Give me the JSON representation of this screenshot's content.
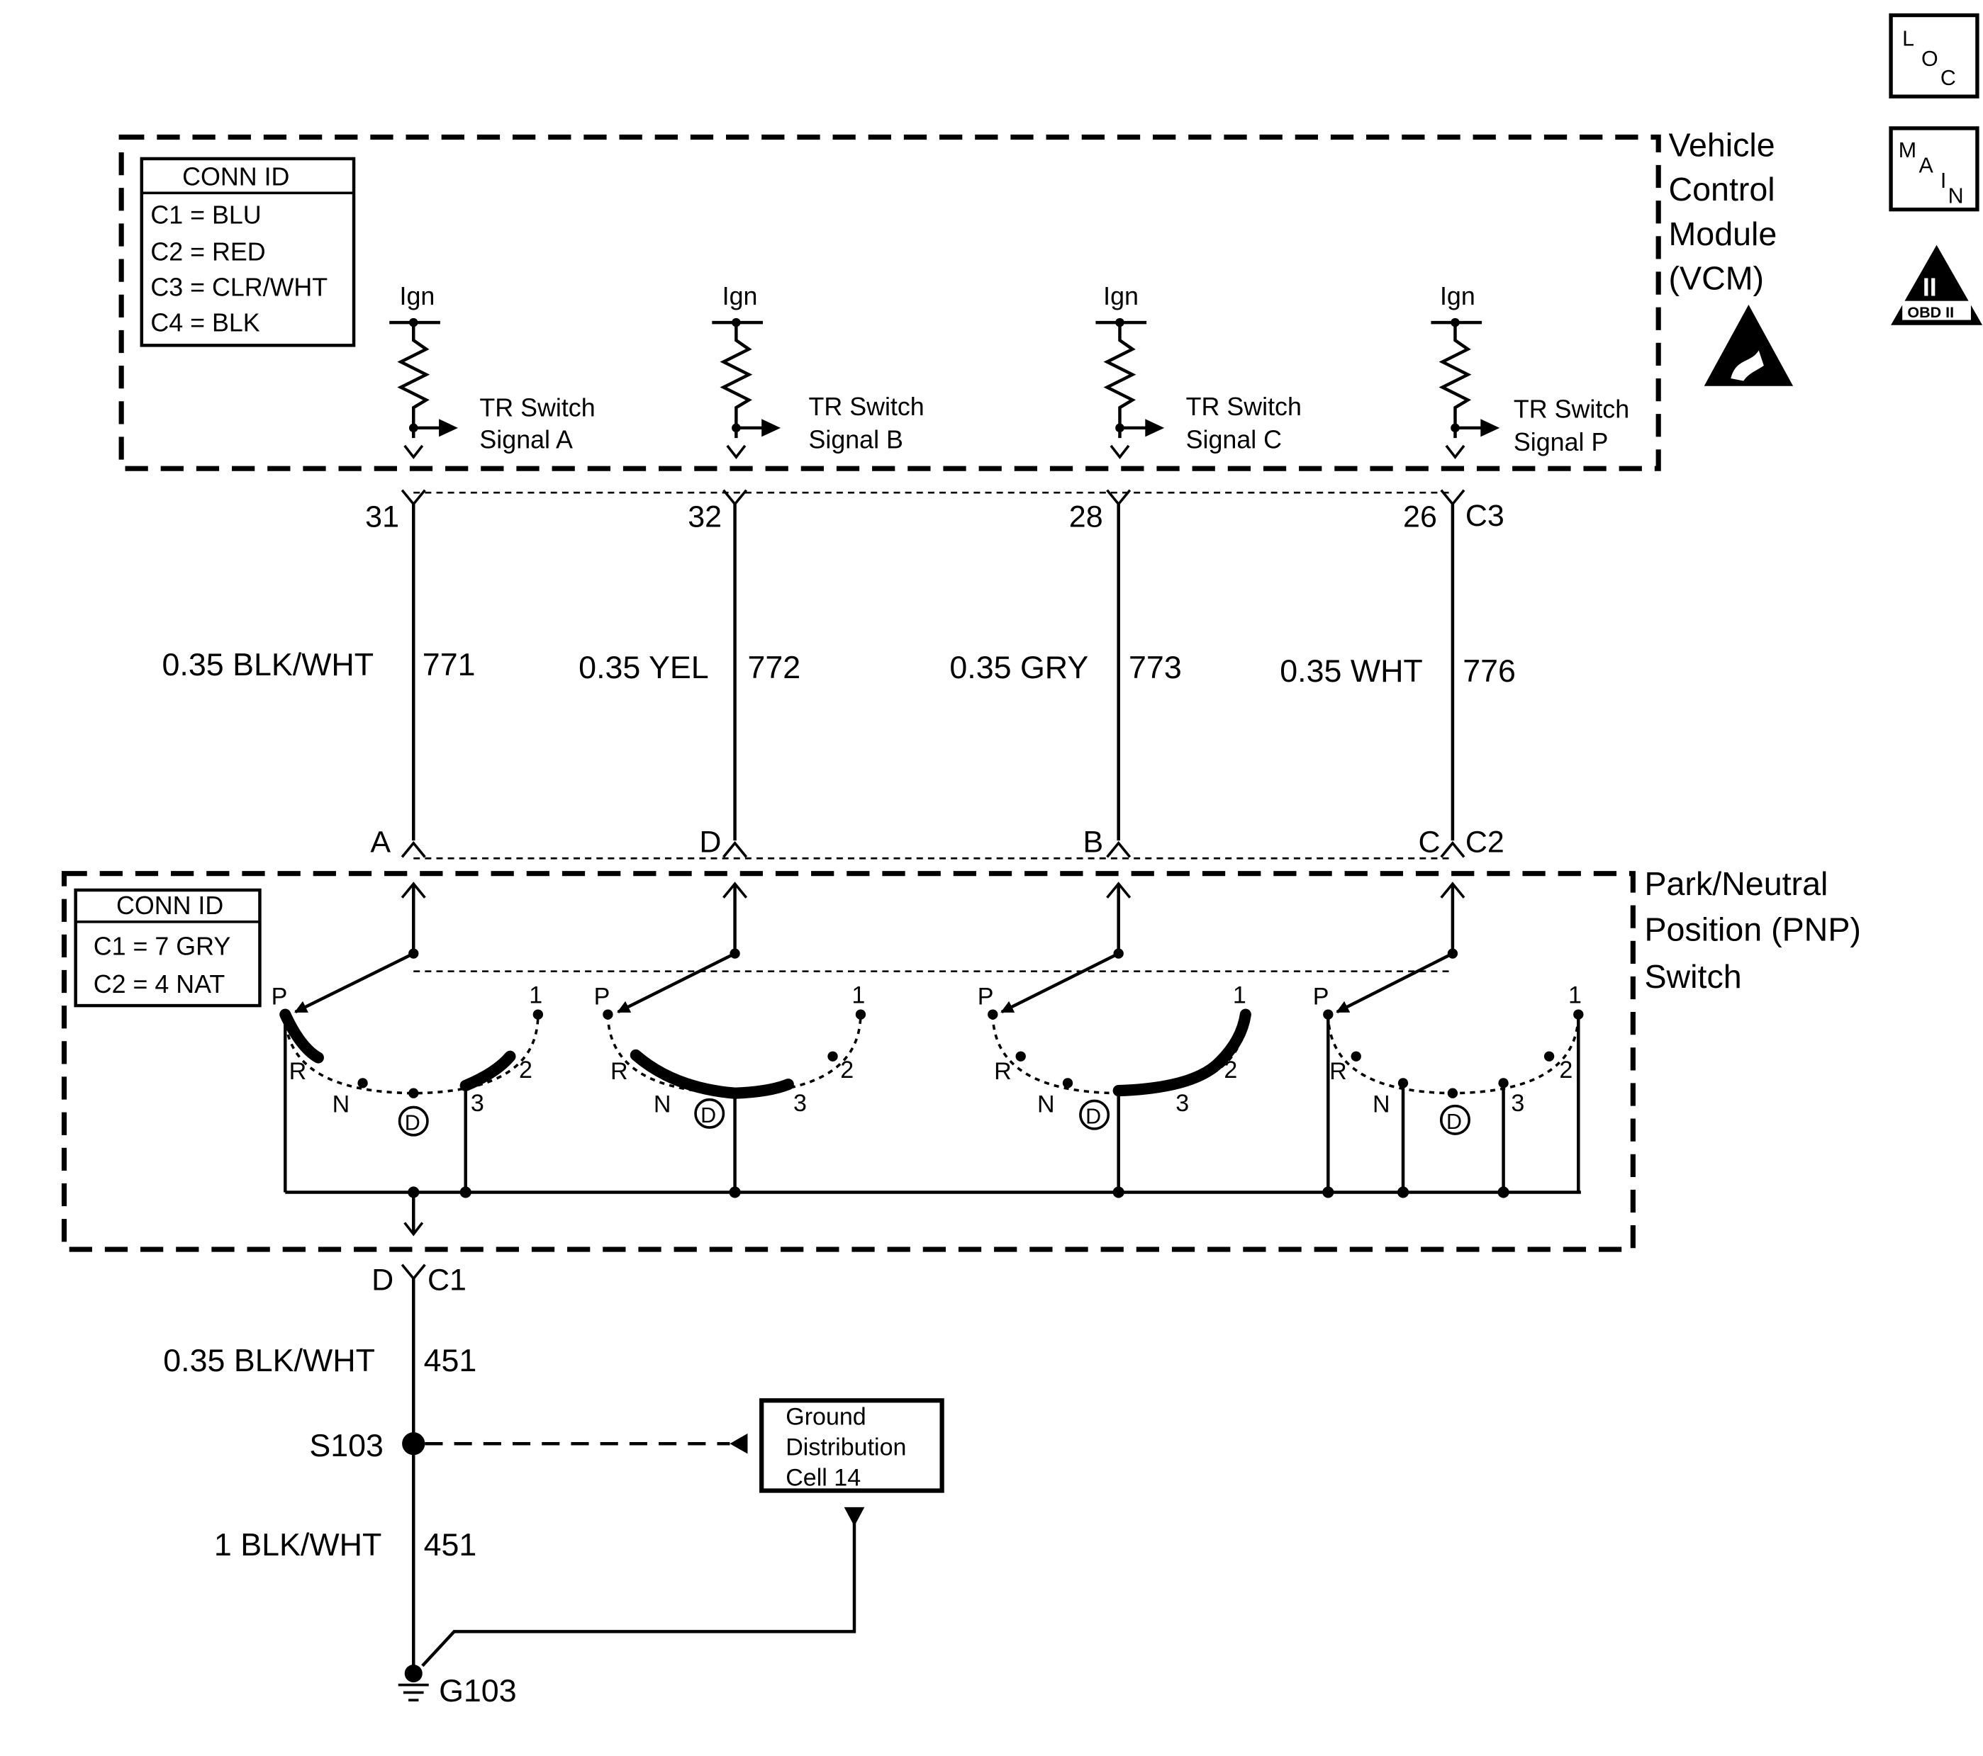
{
  "icons": {
    "loc": {
      "top": "L",
      "mid": "O",
      "bot": "C"
    },
    "main": {
      "l1": "M",
      "l2": "A",
      "l3": "I",
      "l4": "N"
    },
    "obd": {
      "numeral": "II",
      "label": "OBD II"
    }
  },
  "vcm": {
    "title_lines": [
      "Vehicle",
      "Control",
      "Module",
      "(VCM)"
    ],
    "conn_id": {
      "header": "CONN ID",
      "rows": [
        "C1 = BLU",
        "C2 = RED",
        "C3 = CLR/WHT",
        "C4 = BLK"
      ]
    },
    "ign_label": "Ign",
    "signals": [
      {
        "line1": "TR Switch",
        "line2": "Signal A"
      },
      {
        "line1": "TR Switch",
        "line2": "Signal B"
      },
      {
        "line1": "TR Switch",
        "line2": "Signal C"
      },
      {
        "line1": "TR Switch",
        "line2": "Signal P"
      }
    ],
    "connector": "C3"
  },
  "wires": [
    {
      "pin_top": "31",
      "gauge_color": "0.35 BLK/WHT",
      "circuit": "771",
      "pin_bottom": "A"
    },
    {
      "pin_top": "32",
      "gauge_color": "0.35 YEL",
      "circuit": "772",
      "pin_bottom": "D"
    },
    {
      "pin_top": "28",
      "gauge_color": "0.35 GRY",
      "circuit": "773",
      "pin_bottom": "B"
    },
    {
      "pin_top": "26",
      "gauge_color": "0.35 WHT",
      "circuit": "776",
      "pin_bottom": "C"
    }
  ],
  "pnp": {
    "title_lines": [
      "Park/Neutral",
      "Position (PNP)",
      "Switch"
    ],
    "conn_id": {
      "header": "CONN ID",
      "rows": [
        "C1 = 7 GRY",
        "C2 = 4 NAT"
      ]
    },
    "connector_top": "C2",
    "positions": {
      "p": "P",
      "r": "R",
      "n": "N",
      "d": "D",
      "three": "3",
      "two": "2",
      "one": "1"
    }
  },
  "ground": {
    "pin": "D",
    "connector": "C1",
    "wire1": {
      "gauge_color": "0.35 BLK/WHT",
      "circuit": "451"
    },
    "splice": "S103",
    "wire2": {
      "gauge_color": "1 BLK/WHT",
      "circuit": "451"
    },
    "ground_point": "G103",
    "ref_box_lines": [
      "Ground",
      "Distribution",
      "Cell 14"
    ]
  }
}
